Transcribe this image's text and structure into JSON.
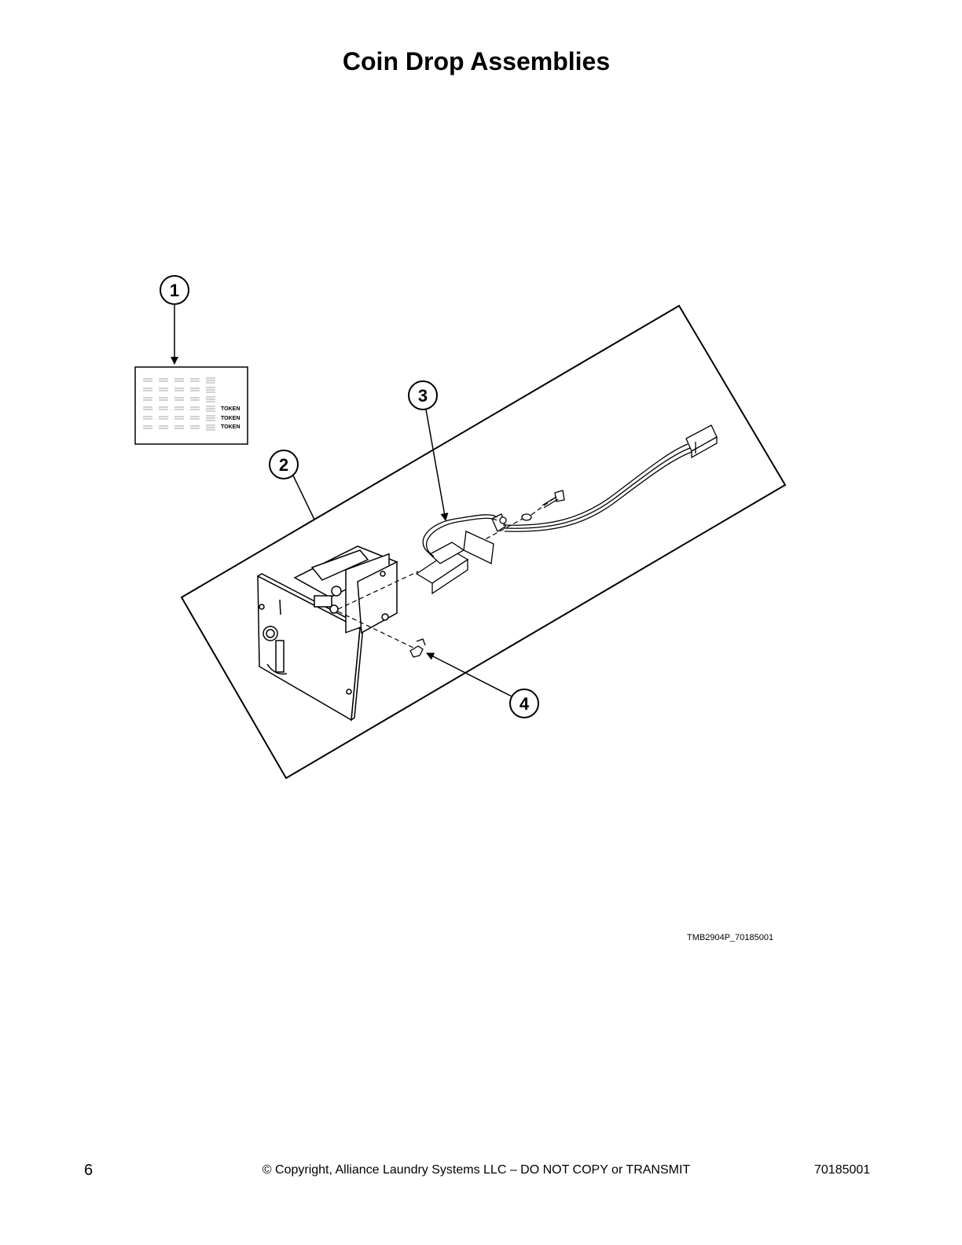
{
  "title": "Coin Drop Assemblies",
  "callouts": [
    "1",
    "2",
    "3",
    "4"
  ],
  "label_tokens": [
    "TOKEN",
    "TOKEN",
    "TOKEN"
  ],
  "drawing_id": "TMB2904P_70185001",
  "footer": {
    "page_number": "6",
    "copyright": "© Copyright, Alliance Laundry Systems LLC – DO NOT COPY or TRANSMIT",
    "doc_number": "70185001"
  }
}
